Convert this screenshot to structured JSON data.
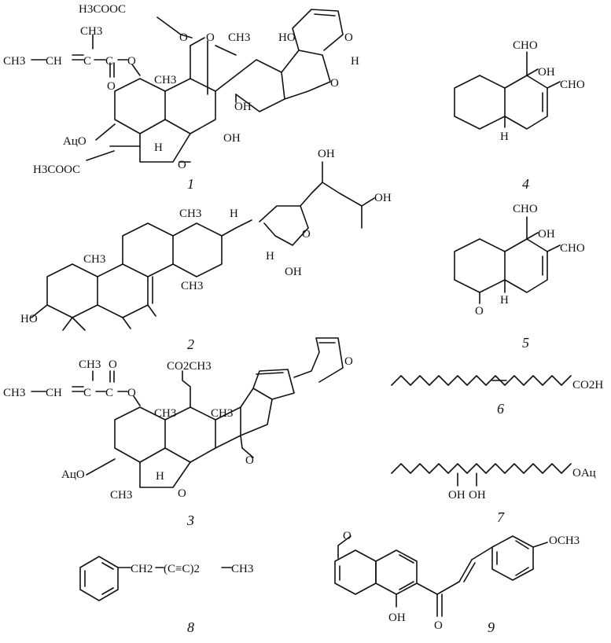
{
  "compounds": [
    {
      "number": "1",
      "labels": [
        "H3COOC",
        "CH3",
        "CH3",
        "CH",
        "C",
        "C",
        "O",
        "O",
        "CH3",
        "O",
        "O",
        "CH3",
        "HO",
        "O",
        "H",
        "O",
        "OH",
        "AцO",
        "H",
        "OH",
        "H3COOC",
        "O"
      ]
    },
    {
      "number": "2",
      "labels": [
        "OH",
        "OH",
        "CH3",
        "H",
        "O",
        "CH3",
        "H",
        "OH",
        "CH3",
        "HO"
      ]
    },
    {
      "number": "3",
      "labels": [
        "CH3",
        "O",
        "CH3",
        "CH",
        "C",
        "C",
        "O",
        "CO2CH3",
        "CH3",
        "CH3",
        "O",
        "AцO",
        "H",
        "O",
        "CH3",
        "O"
      ]
    },
    {
      "number": "4",
      "labels": [
        "CHO",
        "OH",
        "CHO",
        "H"
      ]
    },
    {
      "number": "5",
      "labels": [
        "CHO",
        "OH",
        "CHO",
        "O",
        "H"
      ]
    },
    {
      "number": "6",
      "labels": [
        "CO2H"
      ]
    },
    {
      "number": "7",
      "labels": [
        "OAц",
        "OH",
        "OH"
      ]
    },
    {
      "number": "8",
      "labels": [
        "CH2",
        "(C≡C)2",
        "CH3"
      ]
    },
    {
      "number": "9",
      "labels": [
        "O",
        "OCH3",
        "OH",
        "O"
      ]
    }
  ]
}
